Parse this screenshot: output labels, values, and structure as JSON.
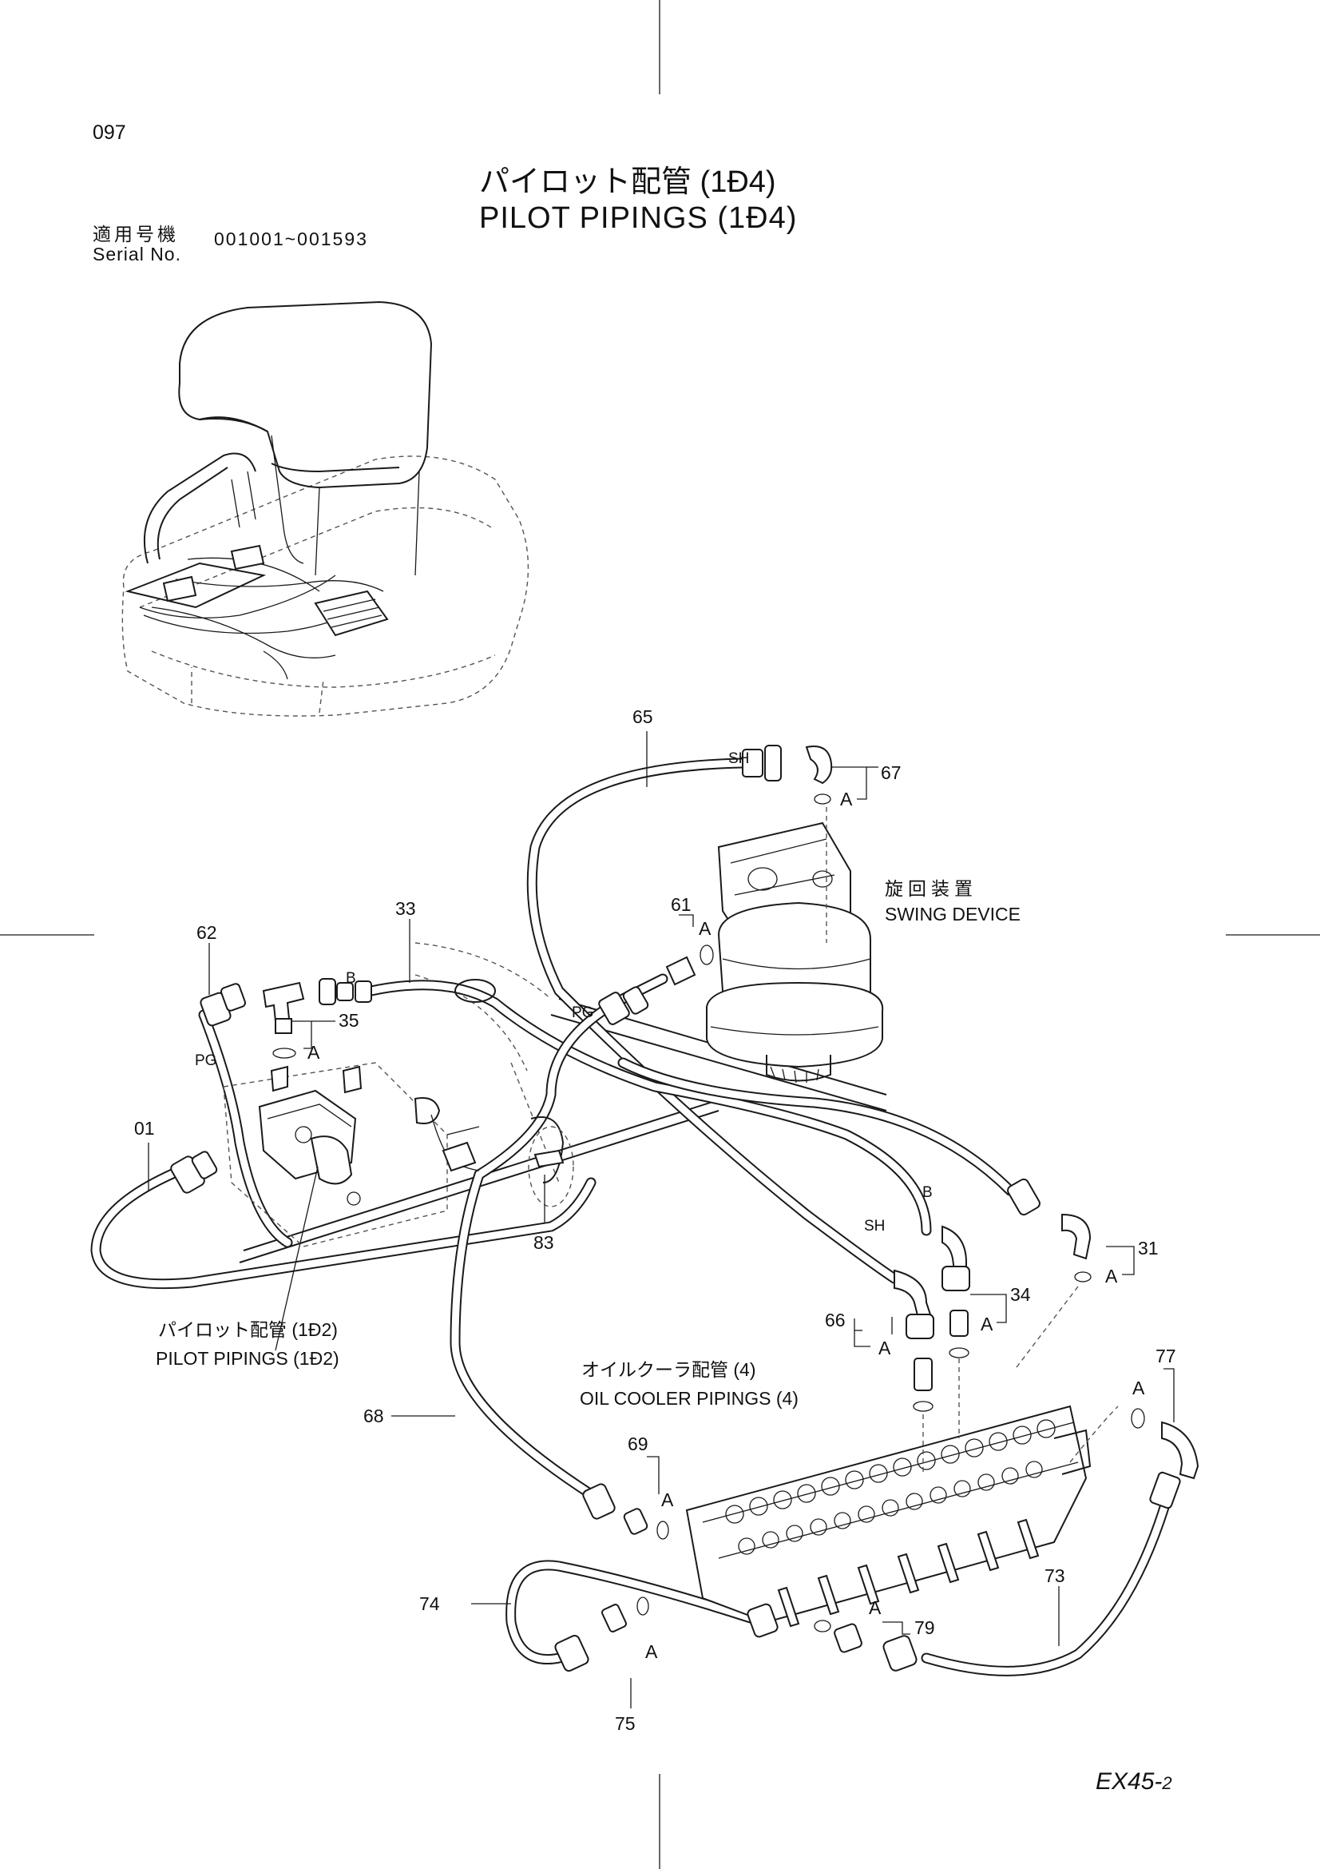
{
  "header": {
    "page_number": "097",
    "title_ja": "パイロット配管 (1Ð4)",
    "title_en": "PILOT PIPINGS (1Ð4)",
    "serial_label_ja": "適用号機",
    "serial_label_en": "Serial No.",
    "serial_range": "001001~001593"
  },
  "footer": {
    "model": "EX45-",
    "model_suffix": "2"
  },
  "callouts": {
    "p01": "01",
    "p31": "31",
    "p33": "33",
    "p34": "34",
    "p35": "35",
    "p61": "61",
    "p62": "62",
    "p65": "65",
    "p66": "66",
    "p67": "67",
    "p68": "68",
    "p69": "69",
    "p73": "73",
    "p74": "74",
    "p75": "75",
    "p77": "77",
    "p79": "79",
    "p83": "83"
  },
  "markers": {
    "a": "A",
    "b": "B",
    "pg": "PG",
    "sh": "SH"
  },
  "labels": {
    "swing_ja": "旋回装置",
    "swing_en": "SWING DEVICE",
    "pilot_ja": "パイロット配管 (1Ð2)",
    "pilot_en": "PILOT PIPINGS (1Ð2)",
    "oil_ja": "オイルクーラ配管 (4)",
    "oil_en": "OIL COOLER PIPINGS (4)"
  }
}
